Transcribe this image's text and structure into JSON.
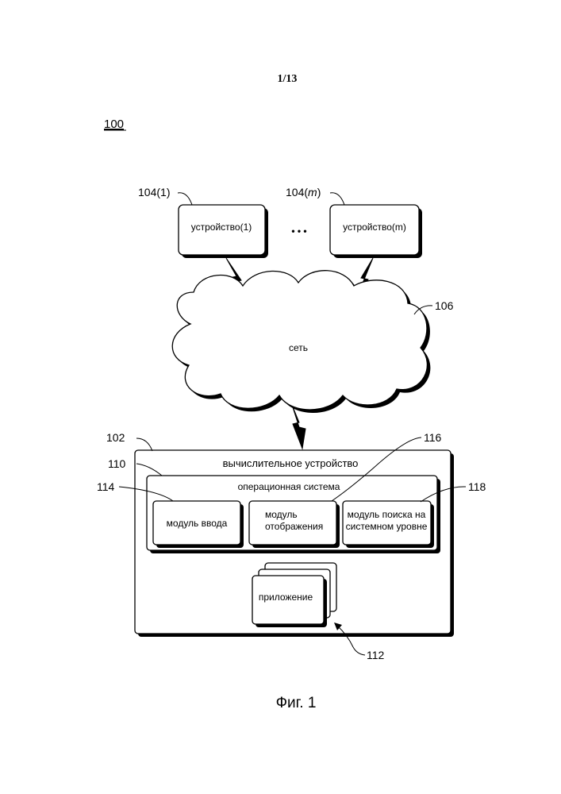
{
  "page_number": "1/13",
  "figure_ref": "100",
  "devices": [
    {
      "ref": "104(1)",
      "ref_prefix": "104(",
      "ref_var": "1",
      "ref_suffix": ")",
      "label": "устройство(1)"
    },
    {
      "ref": "104(m)",
      "ref_prefix": "104(",
      "ref_var": "m",
      "ref_suffix": ")",
      "label": "устройство(m)"
    }
  ],
  "ellipsis": "• • •",
  "network": {
    "ref": "106",
    "label": "сеть"
  },
  "computing_device": {
    "ref": "102",
    "label": "вычислительное устройство"
  },
  "os": {
    "ref": "110",
    "label": "операционная система"
  },
  "modules": {
    "input": {
      "ref": "114",
      "label": "модуль ввода"
    },
    "display": {
      "ref": "116",
      "lines": [
        "модуль",
        "отображения"
      ]
    },
    "search": {
      "ref": "118",
      "lines": [
        "модуль поиска на",
        "системном уровне"
      ]
    }
  },
  "application": {
    "ref": "112",
    "label": "приложение"
  },
  "caption": "Фиг. 1"
}
